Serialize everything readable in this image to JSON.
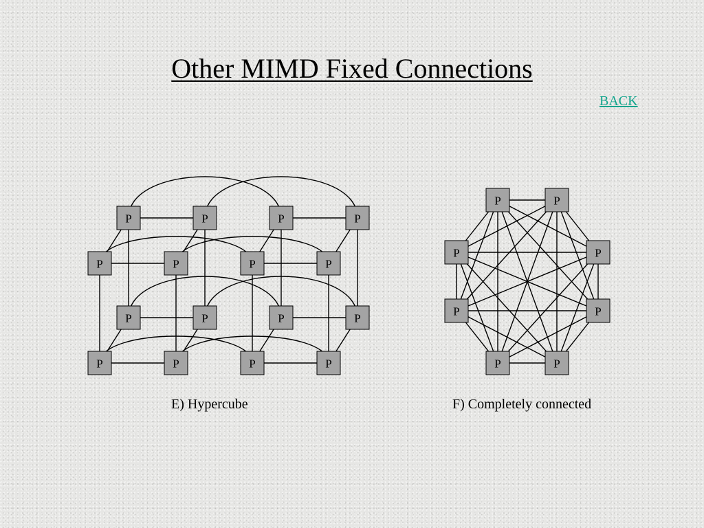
{
  "title": "Other MIMD Fixed Connections",
  "back_link": "BACK",
  "node_label": "P",
  "hypercube": {
    "caption": "E) Hypercube",
    "node_count": 16,
    "dimensions": 4
  },
  "complete": {
    "caption": "F) Completely connected",
    "node_count": 8
  },
  "colors": {
    "node_fill": "#a4a4a4",
    "link": "#13a58d"
  }
}
